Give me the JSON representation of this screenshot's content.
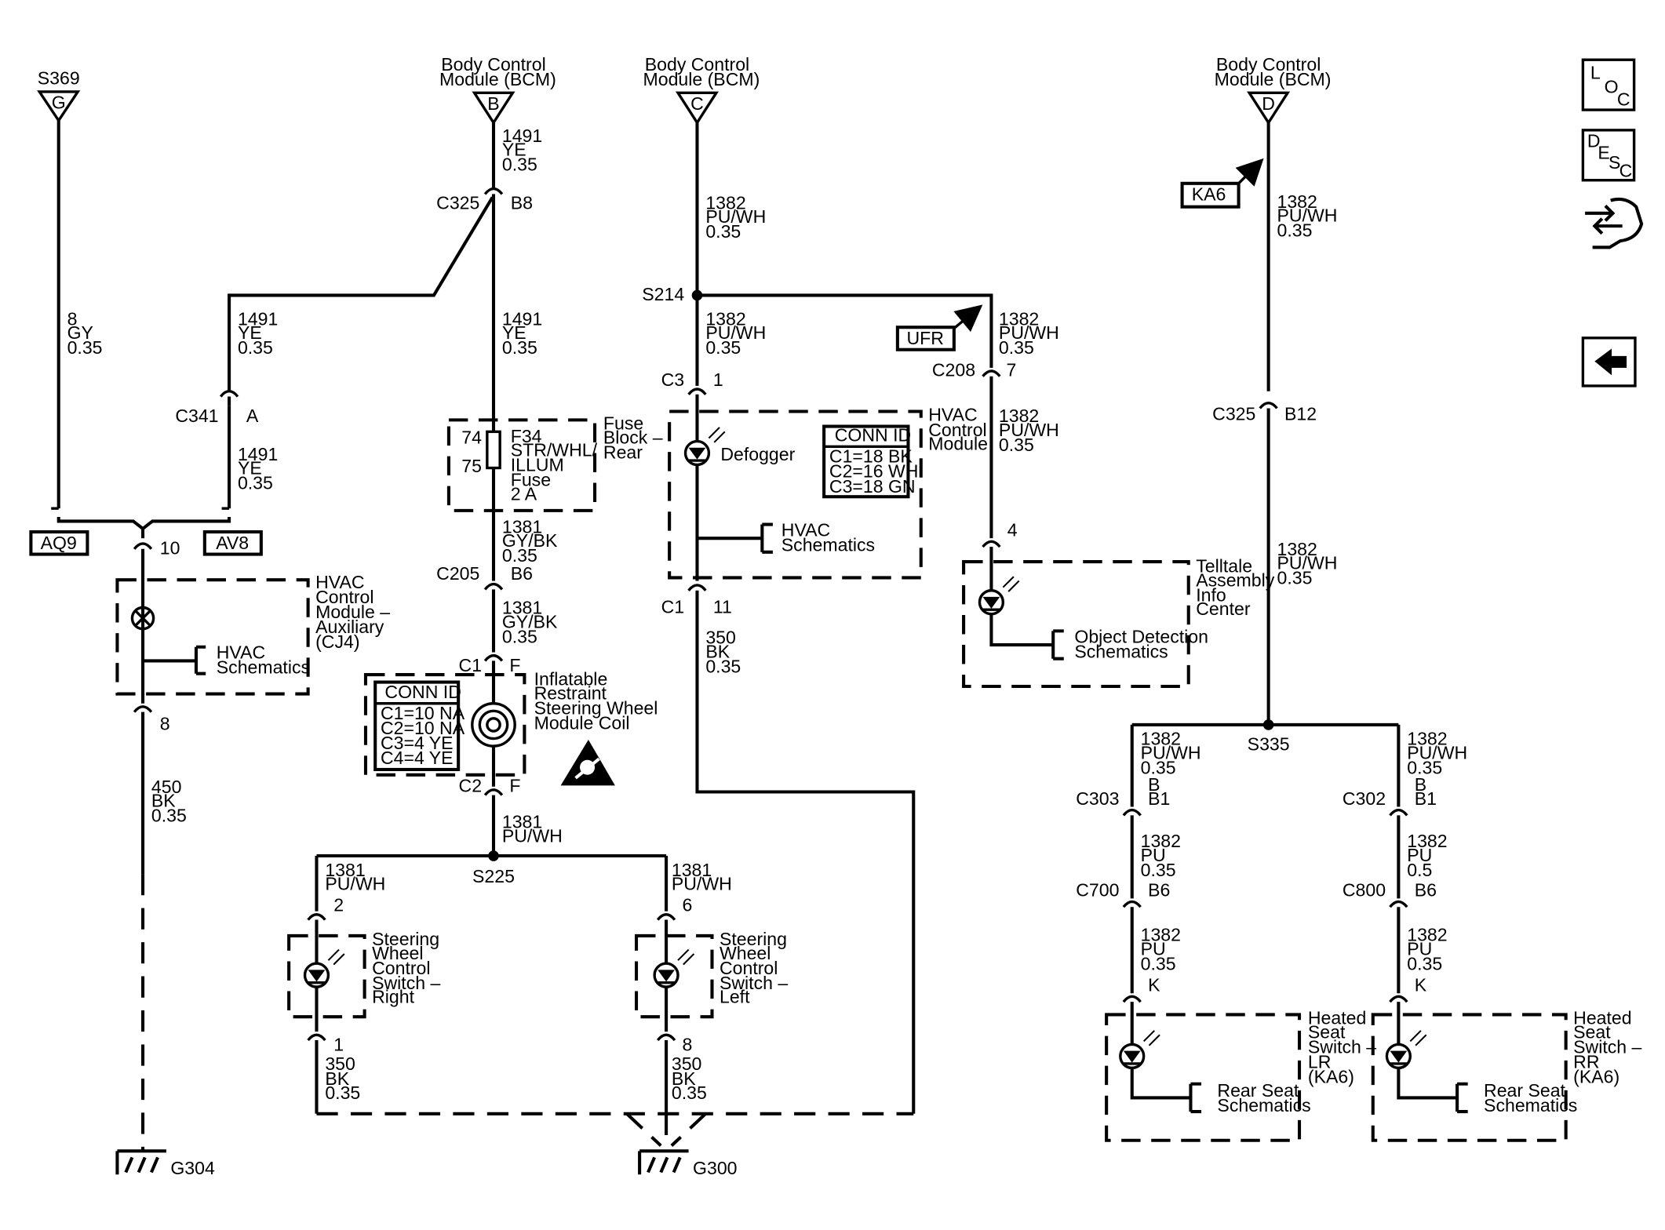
{
  "title": "",
  "nav": {
    "loc_icon": "loc-icon",
    "desc_icon": "desc-icon",
    "connector_icon": "connector-icon",
    "back_icon": "back-arrow-icon",
    "loc_letters": [
      "L",
      "O",
      "C"
    ],
    "desc_letters": [
      "D",
      "E",
      "S",
      "C"
    ]
  },
  "sources": {
    "s369": {
      "name": "S369",
      "pin": "G"
    },
    "bcm_b": {
      "line1": "Body Control",
      "line2": "Module (BCM)",
      "pin": "B"
    },
    "bcm_c": {
      "line1": "Body Control",
      "line2": "Module (BCM)",
      "pin": "C"
    },
    "bcm_d": {
      "line1": "Body Control",
      "line2": "Module (BCM)",
      "pin": "D"
    }
  },
  "wires": {
    "w8gy": [
      "8",
      "GY",
      "0.35"
    ],
    "w1491a": [
      "1491",
      "YE",
      "0.35"
    ],
    "w1491b": [
      "1491",
      "YE",
      "0.35"
    ],
    "w1491c": [
      "1491",
      "YE",
      "0.35"
    ],
    "w1491d": [
      "1491",
      "YE",
      "0.35"
    ],
    "w1381a": [
      "1381",
      "GY/BK",
      "0.35"
    ],
    "w1381b": [
      "1381",
      "GY/BK",
      "0.35"
    ],
    "w1381c": [
      "1381",
      "PU/WH"
    ],
    "w1381d": [
      "1381",
      "PU/WH"
    ],
    "w1381e": [
      "1381",
      "PU/WH"
    ],
    "w350a": [
      "350",
      "BK",
      "0.35"
    ],
    "w350b": [
      "350",
      "BK",
      "0.35"
    ],
    "w450": [
      "450",
      "BK",
      "0.35"
    ],
    "w1382a": [
      "1382",
      "PU/WH",
      "0.35"
    ],
    "w1382b": [
      "1382",
      "PU/WH",
      "0.35"
    ],
    "w1382c": [
      "1382",
      "PU/WH",
      "0.35"
    ],
    "w1382d": [
      "1382",
      "PU/WH",
      "0.35"
    ],
    "w350c": [
      "350",
      "BK",
      "0.35"
    ],
    "w1382e": [
      "1382",
      "PU/WH",
      "0.35"
    ],
    "w1382f": [
      "1382",
      "PU/WH",
      "0.35"
    ],
    "w1382g": [
      "1382",
      "PU/WH",
      "0.35"
    ],
    "w1382h": [
      "1382",
      "PU/WH",
      "0.35"
    ],
    "w1382i": [
      "1382",
      "PU",
      "0.35"
    ],
    "w1382j": [
      "1382",
      "PU",
      "0.35"
    ],
    "w1382k": [
      "1382",
      "PU",
      "0.5"
    ],
    "w1382l": [
      "1382",
      "PU",
      "0.35"
    ]
  },
  "connectors": {
    "c325": "C325",
    "b8": "B8",
    "c341": "C341",
    "c341_pin": "A",
    "c205": "C205",
    "b6": "B6",
    "c1": "C1",
    "c1_pin": "F",
    "c2": "C2",
    "c2_pin": "F",
    "pin10": "10",
    "pin8": "8",
    "pin2": "2",
    "pin6": "6",
    "pin1": "1",
    "pin8b": "8",
    "c3": "C3",
    "c3_pin": "1",
    "c1b": "C1",
    "c1b_pin": "11",
    "c208": "C208",
    "c208_pin": "7",
    "pin4": "4",
    "c325b": "C325",
    "b12": "B12",
    "c303": "C303",
    "c303_b": "B",
    "c303_b1": "B1",
    "c302": "C302",
    "c302_b": "B",
    "c302_b1": "B1",
    "c700": "C700",
    "c700_b6": "B6",
    "c800": "C800",
    "c800_b6": "B6",
    "k_lr": "K",
    "k_rr": "K"
  },
  "splices": {
    "s214": "S214",
    "s225": "S225",
    "s335": "S335"
  },
  "options": {
    "aq9": "AQ9",
    "av8": "AV8",
    "ka6": "KA6",
    "ufr": "UFR"
  },
  "grounds": {
    "g304": "G304",
    "g300": "G300"
  },
  "fuse": {
    "pin_in": "74",
    "pin_out": "75",
    "label": [
      "F34",
      "STR/WHL/",
      "ILLUM",
      "Fuse",
      "2 A"
    ],
    "block": [
      "Fuse",
      "Block –",
      "Rear"
    ]
  },
  "components": {
    "hvac_aux": [
      "HVAC",
      "Control",
      "Module –",
      "Auxiliary",
      "(CJ4)"
    ],
    "hvac_schem1": [
      "HVAC",
      "Schematics"
    ],
    "coil": [
      "Inflatable",
      "Restraint",
      "Steering Wheel",
      "Module Coil"
    ],
    "sw_right": [
      "Steering",
      "Wheel",
      "Control",
      "Switch –",
      "Right"
    ],
    "sw_left": [
      "Steering",
      "Wheel",
      "Control",
      "Switch –",
      "Left"
    ],
    "defogger": "Defogger",
    "hvac_mod": [
      "HVAC",
      "Control",
      "Module"
    ],
    "hvac_schem2": [
      "HVAC",
      "Schematics"
    ],
    "telltale": [
      "Telltale",
      "Assembly",
      "Info",
      "Center"
    ],
    "obj_schem": [
      "Object Detection",
      "Schematics"
    ],
    "seat_lr": [
      "Heated",
      "Seat",
      "Switch –",
      "LR",
      "(KA6)"
    ],
    "seat_rr": [
      "Heated",
      "Seat",
      "Switch –",
      "RR",
      "(KA6)"
    ],
    "rear_schem1": [
      "Rear Seat",
      "Schematics"
    ],
    "rear_schem2": [
      "Rear Seat",
      "Schematics"
    ]
  },
  "conn_id_1": {
    "title": "CONN ID",
    "rows": [
      "C1=10 NA",
      "C2=10 NA",
      "C3=4 YE",
      "C4=4 YE"
    ]
  },
  "conn_id_2": {
    "title": "CONN ID",
    "rows": [
      "C1=18 BK",
      "C2=16 WH",
      "C3=18 GN"
    ]
  }
}
